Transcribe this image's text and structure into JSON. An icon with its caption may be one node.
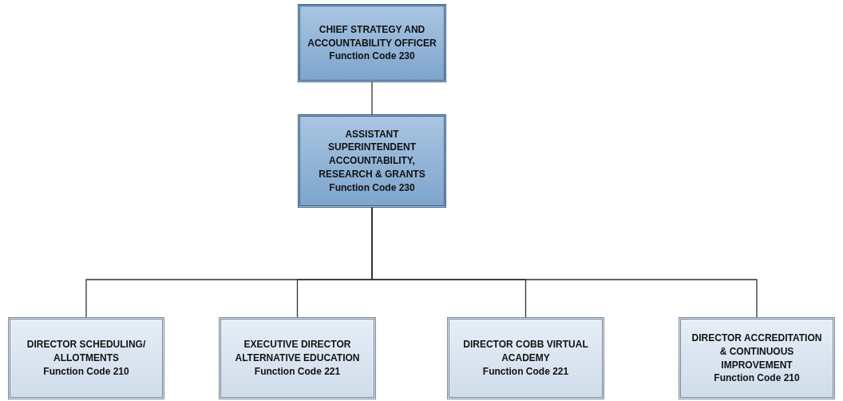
{
  "diagram": {
    "nodes": [
      {
        "text": [
          "CHIEF STRATEGY AND ACCOUNTABILITY OFFICER",
          "Function Code 230"
        ]
      },
      {
        "text": [
          "ASSISTANT SUPERINTENDENT ACCOUNTABILITY, RESEARCH & GRANTS",
          "Function Code 230"
        ]
      },
      {
        "text": [
          "DIRECTOR SCHEDULING/ ALLOTMENTS",
          "Function Code 210"
        ]
      },
      {
        "text": [
          "EXECUTIVE DIRECTOR ALTERNATIVE EDUCATION",
          "Function Code 221"
        ]
      },
      {
        "text": [
          "DIRECTOR COBB VIRTUAL ACADEMY",
          "Function Code 221"
        ]
      },
      {
        "text": [
          "DIRECTOR ACCREDITATION & CONTINUOUS IMPROVEMENT",
          "Function Code 210"
        ]
      }
    ],
    "edges": [
      {
        "from": 0,
        "to": 1,
        "arrow": "none"
      },
      {
        "from": 1,
        "to": 2,
        "arrow": "none"
      },
      {
        "from": 1,
        "to": 3,
        "arrow": "none"
      },
      {
        "from": 1,
        "to": 4,
        "arrow": "none"
      },
      {
        "from": 1,
        "to": 5,
        "arrow": "none"
      }
    ]
  }
}
